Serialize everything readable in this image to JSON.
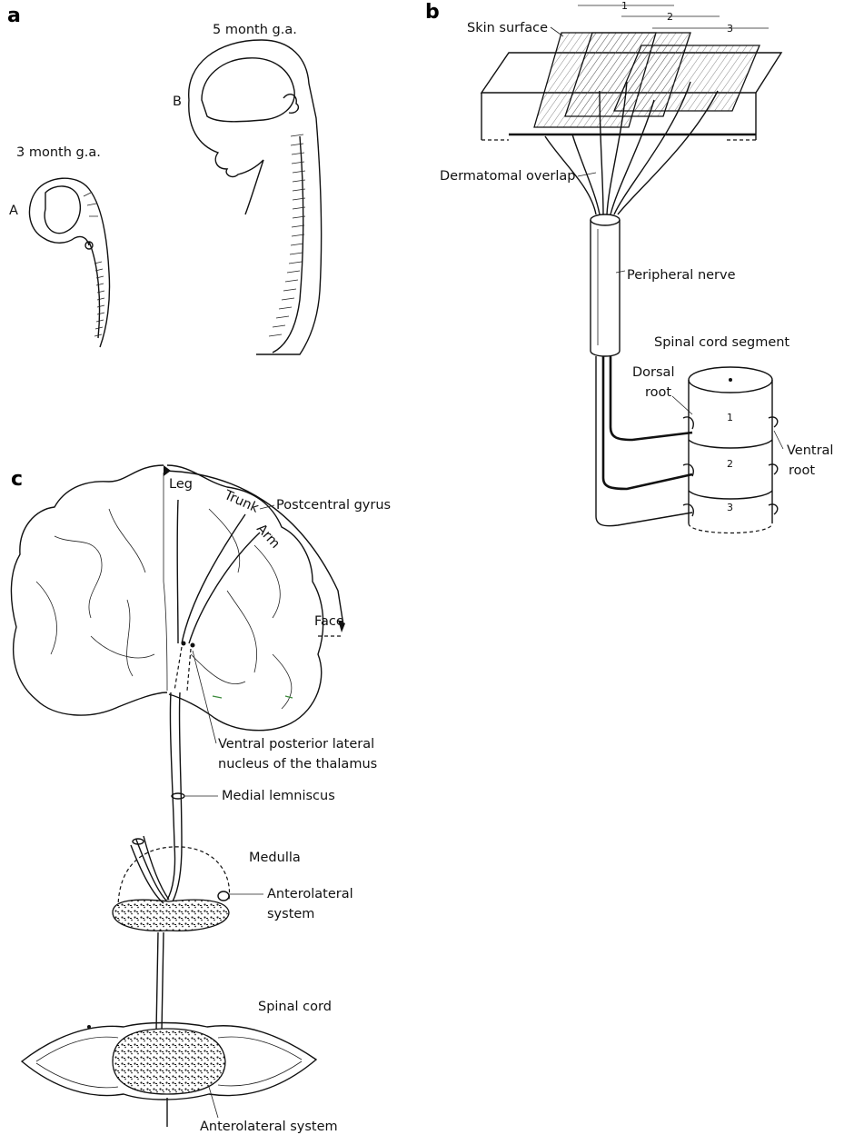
{
  "panels": {
    "a": {
      "letter": "a",
      "label_3month": "3 month g.a.",
      "label_5month": "5 month g.a.",
      "marker_A": "A",
      "marker_B": "B"
    },
    "b": {
      "letter": "b",
      "skin_surface": "Skin surface",
      "dermatomal_overlap": "Dermatomal overlap",
      "peripheral_nerve": "Peripheral nerve",
      "spinal_cord_segment": "Spinal cord segment",
      "dorsal_root_line1": "Dorsal",
      "dorsal_root_line2": "root",
      "ventral_root_line1": "Ventral",
      "ventral_root_line2": "root",
      "dermatome_numbers": [
        "1",
        "2",
        "3"
      ],
      "segment_numbers": [
        "1",
        "2",
        "3"
      ]
    },
    "c": {
      "letter": "c",
      "leg": "Leg",
      "trunk": "Trunk",
      "arm": "Arm",
      "face": "Face",
      "postcentral_gyrus": "Postcentral gyrus",
      "vpl_line1": "Ventral posterior lateral",
      "vpl_line2": "nucleus of the thalamus",
      "medial_lemniscus": "Medial lemniscus",
      "medulla": "Medulla",
      "anterolateral_line1": "Anterolateral",
      "anterolateral_line2": "system",
      "spinal_cord": "Spinal cord",
      "anterolateral_bottom": "Anterolateral system"
    }
  }
}
